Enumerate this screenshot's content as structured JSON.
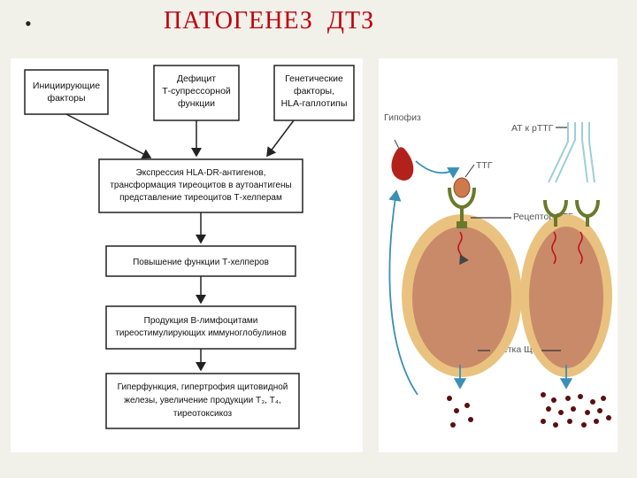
{
  "slide": {
    "bullet": "•",
    "title": "ПАТОГЕНЕЗ  ДТЗ"
  },
  "flowchart": {
    "top_boxes": [
      {
        "lines": [
          "Инициирующие",
          "факторы"
        ]
      },
      {
        "lines": [
          "Дефицит",
          "Т-супрессорной",
          "функции"
        ]
      },
      {
        "lines": [
          "Генетические",
          "факторы,",
          "HLA-гаплотипы"
        ]
      }
    ],
    "steps": [
      {
        "lines": [
          "Экспрессия HLA-DR-антигенов,",
          "трансформация тиреоцитов в аутоантигены",
          "представление тиреоцитов Т-хелперам"
        ]
      },
      {
        "lines": [
          "Повышение функции Т-хелперов"
        ]
      },
      {
        "lines": [
          "Продукция В-лимфоцитами",
          "тиреостимулирующих иммуноглобулинов"
        ]
      },
      {
        "lines": [
          "Гиперфункция, гипертрофия щитовидной",
          "железы, увеличение продукции Т₃, Т₄,",
          "тиреотоксикоз"
        ]
      }
    ]
  },
  "cell_diagram": {
    "labels": {
      "pituitary": "Гипофиз",
      "antibody": "АТ к рТТГ",
      "tsh": "ТТГ",
      "receptor": "Рецептор ТТГ",
      "cell": "Клетка ЩЖ"
    }
  }
}
